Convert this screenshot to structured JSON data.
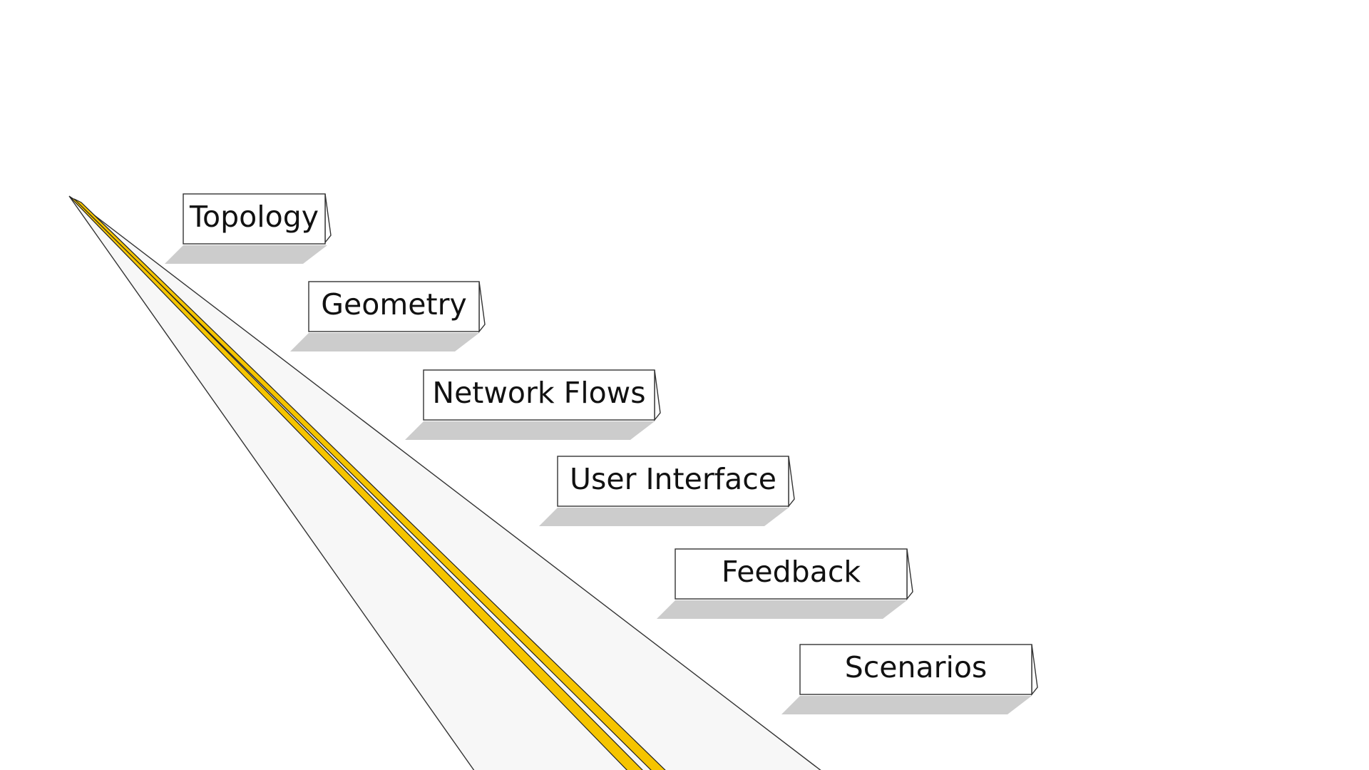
{
  "roadmap": {
    "signs": [
      {
        "label": "Topology"
      },
      {
        "label": "Geometry"
      },
      {
        "label": "Network Flows"
      },
      {
        "label": "User Interface"
      },
      {
        "label": "Feedback"
      },
      {
        "label": "Scenarios"
      }
    ]
  },
  "colors": {
    "road_surface": "#f7f7f7",
    "road_edge": "#333333",
    "center_line": "#f5c400",
    "sign_fill": "#ffffff",
    "sign_border": "#333333",
    "sign_shadow": "#cccccc",
    "text": "#111111"
  }
}
